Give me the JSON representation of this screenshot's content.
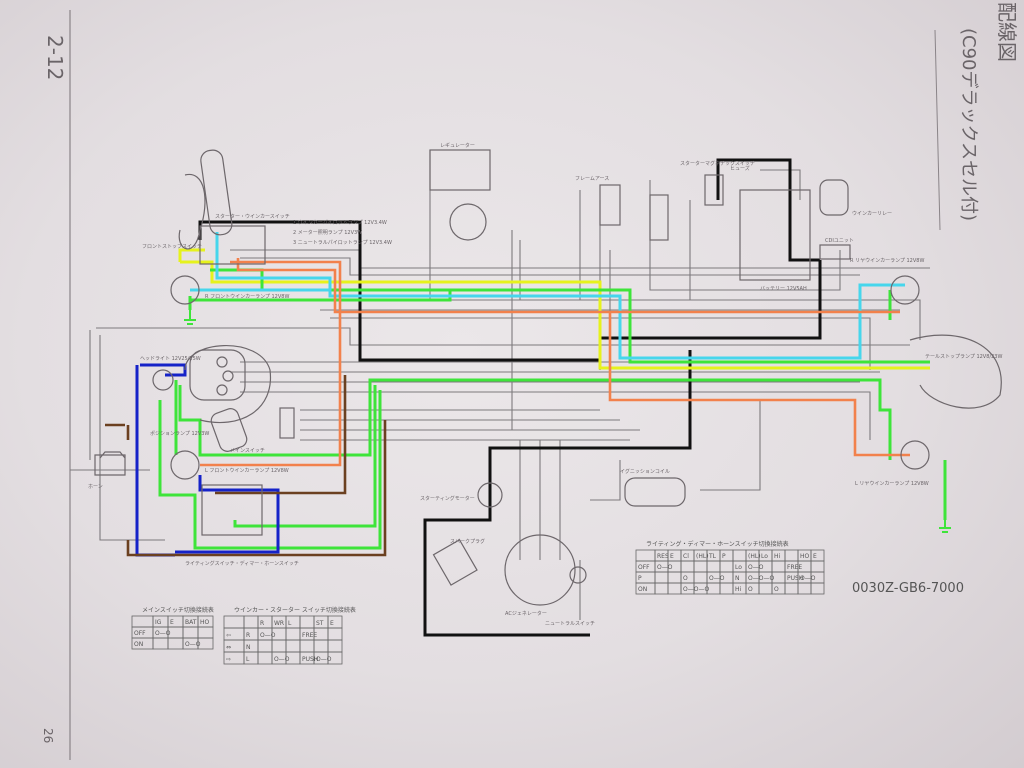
{
  "page": {
    "section_number": "2-12",
    "page_number": "26",
    "title": "配線図",
    "subtitle": "(C90デラックスセル付)",
    "part_number": "0030Z-GB6-7000"
  },
  "components": {
    "starter_winker_switch": "スターター・ウインカースイッチ",
    "front_stop_switch": "フロントストップスイッチ",
    "lamp_1": "1 ウインカーパイロットランプ 12V3.4W",
    "lamp_2": "2 メーター照明ランプ 12V3W",
    "lamp_3": "3 ニュートラルパイロットランプ 12V3.4W",
    "r_front_winker": "R フロントウインカーランプ 12V8W",
    "headlight": "ヘッドライト 12V25/25W",
    "position_lamp": "ポジションランプ 12V3W",
    "main_switch": "メインスイッチ",
    "l_front_winker": "L フロントウインカーランプ 12V8W",
    "horn": "ホーン",
    "lighting_switch": "ライティングスイッチ・ディマー・ホーンスイッチ",
    "regulator": "レギュレーター",
    "frame_earth": "フレームアース",
    "starter_magnetic_switch": "スターターマグネチックスイッチ",
    "fuse": "ヒューズ",
    "battery": "バッテリー 12V5AH",
    "winker_relay": "ウインカーリレー",
    "cdi_unit": "CDIユニット",
    "r_rear_winker": "R リヤウインカーランプ 12V8W",
    "tail_stop_lamp": "テールストップランプ 12V8/23W",
    "l_rear_winker": "L リヤウインカーランプ 12V8W",
    "starting_motor": "スターティングモーター",
    "spark_plug": "スパークプラグ",
    "ignition_coil": "イグニッションコイル",
    "ac_generator": "ACジェネレーター",
    "neutral_switch": "ニュートラルスイッチ"
  },
  "tables": {
    "main_switch": {
      "title": "メインスイッチ切換接続表",
      "headers": [
        "",
        "IG",
        "E",
        "BAT",
        "HO"
      ],
      "rows": [
        [
          "OFF",
          "O—O",
          "",
          "",
          ""
        ],
        [
          "ON",
          "",
          "",
          "O—O",
          ""
        ]
      ]
    },
    "winker_starter": {
      "title": "ウインカー・スターター スイッチ切換接続表",
      "headers": [
        "",
        "",
        "R",
        "WR",
        "L",
        "",
        "ST",
        "E"
      ],
      "rows": [
        [
          "⇦",
          "R",
          "O—O",
          "",
          "",
          "FREE",
          "",
          ""
        ],
        [
          "⇔",
          "N",
          "",
          "",
          "",
          "",
          "",
          ""
        ],
        [
          "⇨",
          "L",
          "",
          "O—O",
          "",
          "PUSH",
          "O—O",
          ""
        ]
      ]
    },
    "lighting_dimmer_horn": {
      "title": "ライティング・ディマー・ホーンスイッチ切換接続表",
      "headers": [
        "",
        "RES",
        "E",
        "Cl",
        "(HL)",
        "TL",
        "P",
        "",
        "(HL)",
        "Lo",
        "Hi",
        "",
        "HO",
        "E"
      ],
      "rows": [
        [
          "OFF",
          "O—O",
          "",
          "",
          "",
          "",
          "",
          "Lo",
          "O—O",
          "",
          "",
          "FREE",
          "",
          ""
        ],
        [
          "P",
          "",
          "",
          "O",
          "",
          "O—O",
          "",
          "N",
          "O—O—O",
          "",
          "",
          "PUSH",
          "O—O",
          ""
        ],
        [
          "ON",
          "",
          "",
          "O—O—O",
          "",
          "",
          "",
          "Hi",
          "O",
          "",
          "O",
          "",
          "",
          ""
        ]
      ]
    }
  },
  "colors": {
    "black": "#111111",
    "yellow": "#e6f21c",
    "green": "#3ee43a",
    "light_blue": "#46d6ec",
    "orange": "#f2814c",
    "blue": "#1522c8",
    "brown": "#6b4020",
    "gray": "#7d7a7d"
  }
}
